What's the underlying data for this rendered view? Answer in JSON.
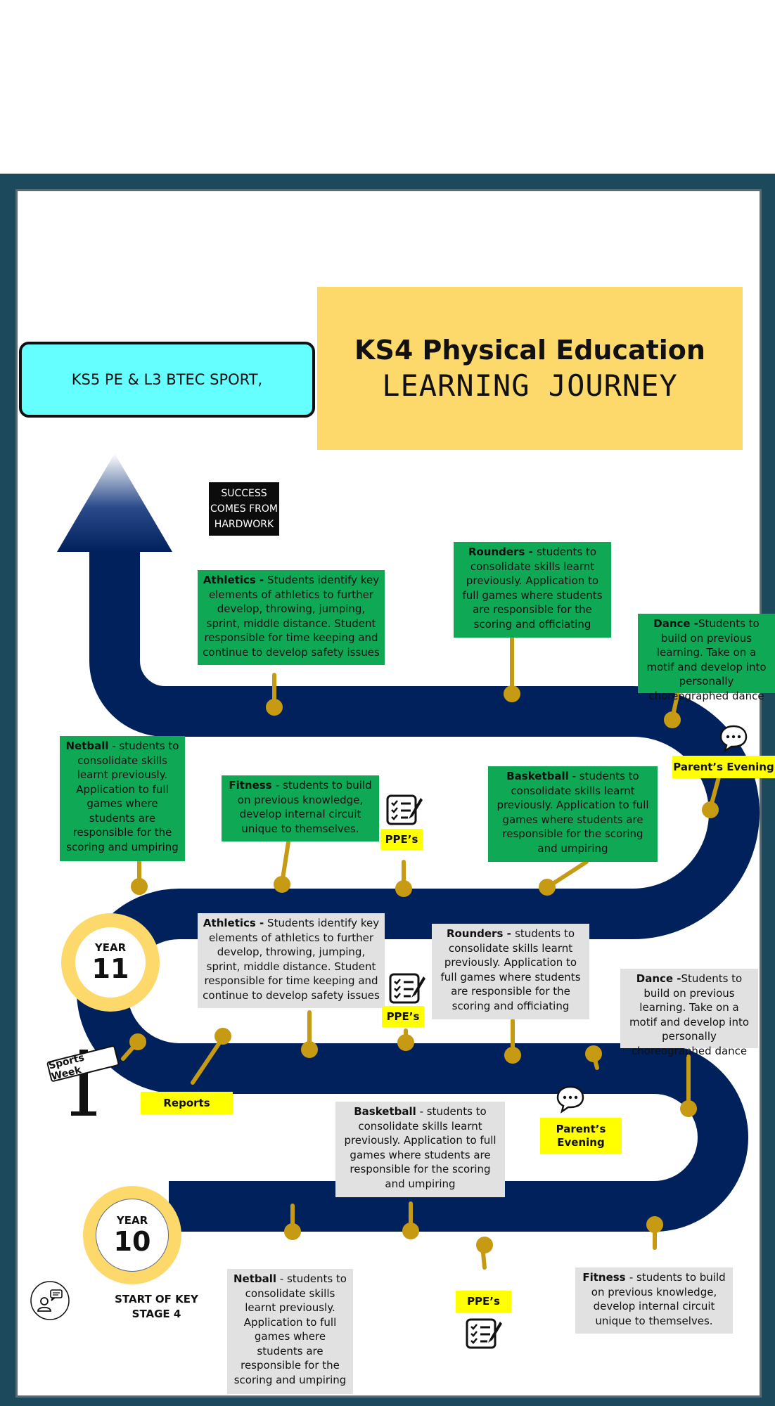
{
  "header": {
    "title_line1": "KS4 Physical Education",
    "title_line2": "LEARNING JOURNEY",
    "destination": "KS5 PE & L3 BTEC SPORT,",
    "motto": "SUCCESS COMES FROM HARDWORK"
  },
  "years": {
    "year10": {
      "label": "YEAR",
      "number": "10"
    },
    "year11": {
      "label": "YEAR",
      "number": "11"
    }
  },
  "start_label": "START OF KEY STAGE 4",
  "sports_week": "Sports Week",
  "year11_topics": {
    "athletics": {
      "title": "Athletics -",
      "text": " Students identify key elements of athletics to further develop, throwing, jumping, sprint, middle distance.  Student responsible for time keeping and continue to develop safety issues"
    },
    "rounders": {
      "title": "Rounders - ",
      "text": " students to consolidate skills learnt previously. Application to full games where students are responsible for the scoring and officiating"
    },
    "dance": {
      "title": "Dance -",
      "text": "Students to build on previous learning. Take on a motif and develop into personally choreographed dance"
    },
    "netball": {
      "title": "Netball",
      "text": " - students to consolidate skills learnt previously. Application to full games where students are responsible for the scoring and umpiring"
    },
    "fitness": {
      "title": "Fitness ",
      "text": " - students to build on previous knowledge, develop internal circuit unique to themselves."
    },
    "basketball": {
      "title": "Basketball",
      "text": " - students to consolidate skills learnt previously. Application to full games where students are responsible for the scoring and umpiring"
    }
  },
  "year10_topics": {
    "athletics": {
      "title": "Athletics -",
      "text": " Students identify key elements of athletics to further develop, throwing, jumping, sprint, middle distance.  Student responsible for time keeping and continue to develop safety issues"
    },
    "rounders": {
      "title": "Rounders - ",
      "text": " students to consolidate skills learnt previously. Application to full games where students are responsible for the scoring and officiating"
    },
    "dance": {
      "title": "Dance -",
      "text": "Students to build on previous learning. Take on a motif and develop into personally choreographed dance"
    },
    "basketball": {
      "title": "Basketball",
      "text": " - students to consolidate skills learnt previously. Application to full games where students are responsible for the scoring and umpiring"
    },
    "netball": {
      "title": "Netball",
      "text": " - students to consolidate skills learnt previously. Application to full games where students are responsible for the scoring and umpiring"
    },
    "fitness": {
      "title": "Fitness ",
      "text": " - students to build on previous knowledge, develop internal circuit unique to themselves."
    }
  },
  "milestones": {
    "parents_evening_y11": "Parent’s Evening",
    "ppes_y11": "PPE’s",
    "ppes_mid": "PPE’s",
    "reports": "Reports",
    "parents_evening_y10": "Parent’s Evening",
    "ppes_y10": "PPE’s"
  },
  "colors": {
    "road": "#00215c",
    "frame": "#1c4a5c",
    "title_bg": "#fdd86b",
    "destination_bg": "#66ffff",
    "year11_box": "#0fa855",
    "year10_box": "#e1e1e1",
    "milestone": "#ffff00",
    "pin": "#c79a14"
  }
}
